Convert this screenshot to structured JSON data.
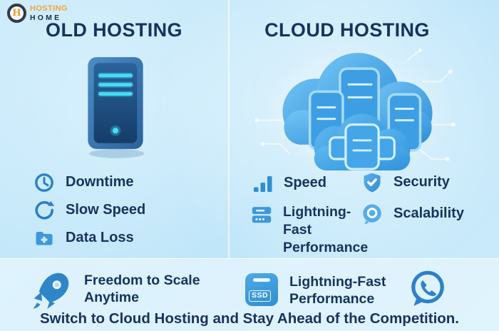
{
  "brand": {
    "logo_letter": "H",
    "name_line1": "HOSTING",
    "name_line2": "HOME"
  },
  "left_panel": {
    "title": "OLD HOSTING",
    "items": [
      {
        "icon": "clock-icon",
        "label": "Downtime"
      },
      {
        "icon": "refresh-icon",
        "label": "Slow Speed"
      },
      {
        "icon": "folder-plus-icon",
        "label": "Data Loss"
      }
    ]
  },
  "right_panel": {
    "title": "CLOUD HOSTING",
    "items": [
      {
        "icon": "bar-chart-icon",
        "label": "Speed"
      },
      {
        "icon": "shield-check-icon",
        "label": "Security"
      },
      {
        "icon": "server-stack-icon",
        "label": "Lightning-Fast Performance"
      },
      {
        "icon": "chat-circle-icon",
        "label": "Scalability"
      }
    ]
  },
  "bottom_bar": {
    "features": [
      {
        "icon": "rocket-icon",
        "label": "Freedom to Scale Anytime"
      },
      {
        "icon": "ssd-icon",
        "label": "Lightning-Fast Performance"
      }
    ],
    "ssd_icon_text": "SSD",
    "tagline": "Switch to Cloud Hosting and Stay Ahead of the Competition."
  },
  "colors": {
    "background": "#C5E9FA",
    "navy_text": "#16335E",
    "accent_blue": "#2E86C9",
    "cloud_blue": "#3E9EE4",
    "cyan_glow": "#41DAF3",
    "brand_orange": "#F2A33C"
  }
}
